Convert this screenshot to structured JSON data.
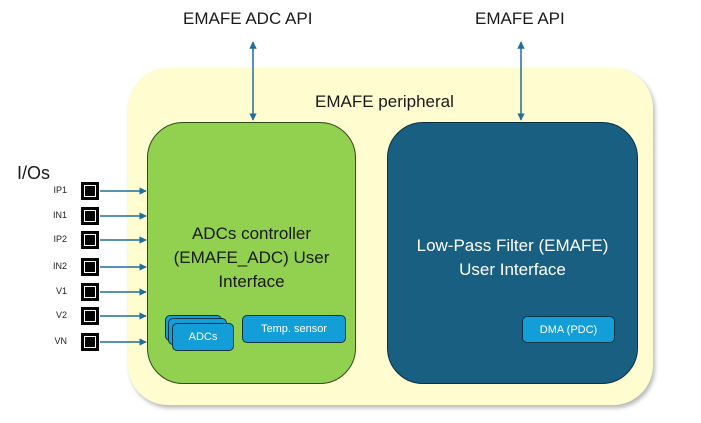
{
  "top_labels": {
    "adc_api": "EMAFE ADC API",
    "emafe_api": "EMAFE API"
  },
  "peripheral": {
    "title": "EMAFE peripheral"
  },
  "adc_controller": {
    "title_lines": [
      "ADCs controller",
      "(EMAFE_ADC) User",
      "Interface"
    ],
    "adcs_label": "ADCs",
    "temp_sensor_label": "Temp. sensor",
    "fill_color": "#92d050"
  },
  "lpf": {
    "title_lines": [
      "Low-Pass Filter (EMAFE)",
      "User Interface"
    ],
    "dma_label": "DMA (PDC)",
    "fill_color": "#185f82"
  },
  "ios": {
    "title": "I/Os",
    "pins": [
      "IP1",
      "IN1",
      "IP2",
      "IN2",
      "V1",
      "V2",
      "VN"
    ]
  },
  "colors": {
    "connector": "#1f6f99",
    "chip": "#139ed8",
    "outer_fill": "#fffdd0"
  }
}
